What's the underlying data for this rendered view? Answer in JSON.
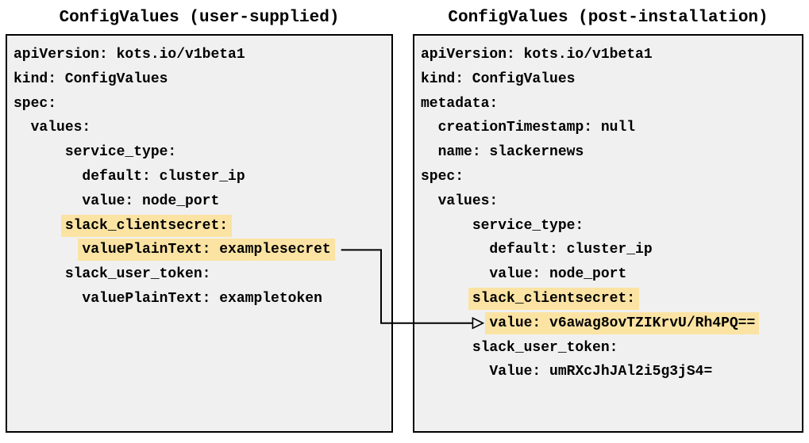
{
  "left": {
    "title": "ConfigValues (user-supplied)",
    "lines": [
      {
        "indent": "",
        "text": "apiVersion: kots.io/v1beta1",
        "highlighted": false
      },
      {
        "indent": "",
        "text": "kind: ConfigValues",
        "highlighted": false
      },
      {
        "indent": "",
        "text": "spec:",
        "highlighted": false
      },
      {
        "indent": "  ",
        "text": "values:",
        "highlighted": false
      },
      {
        "indent": "      ",
        "text": "service_type:",
        "highlighted": false
      },
      {
        "indent": "        ",
        "text": "default: cluster_ip",
        "highlighted": false
      },
      {
        "indent": "        ",
        "text": "value: node_port",
        "highlighted": false
      },
      {
        "indent": "      ",
        "text": "slack_clientsecret:",
        "highlighted": true
      },
      {
        "indent": "        ",
        "text": "valuePlainText: examplesecret",
        "highlighted": true
      },
      {
        "indent": "      ",
        "text": "slack_user_token:",
        "highlighted": false
      },
      {
        "indent": "        ",
        "text": "valuePlainText: exampletoken",
        "highlighted": false
      }
    ]
  },
  "right": {
    "title": "ConfigValues (post-installation)",
    "lines": [
      {
        "indent": "",
        "text": "apiVersion: kots.io/v1beta1",
        "highlighted": false
      },
      {
        "indent": "",
        "text": "kind: ConfigValues",
        "highlighted": false
      },
      {
        "indent": "",
        "text": "metadata:",
        "highlighted": false
      },
      {
        "indent": "  ",
        "text": "creationTimestamp: null",
        "highlighted": false
      },
      {
        "indent": "  ",
        "text": "name: slackernews",
        "highlighted": false
      },
      {
        "indent": "",
        "text": "spec:",
        "highlighted": false
      },
      {
        "indent": "  ",
        "text": "values:",
        "highlighted": false
      },
      {
        "indent": "      ",
        "text": "service_type:",
        "highlighted": false
      },
      {
        "indent": "        ",
        "text": "default: cluster_ip",
        "highlighted": false
      },
      {
        "indent": "        ",
        "text": "value: node_port",
        "highlighted": false
      },
      {
        "indent": "      ",
        "text": "slack_clientsecret:",
        "highlighted": true
      },
      {
        "indent": "        ",
        "text": "value: v6awag8ovTZIKrvU/Rh4PQ==",
        "highlighted": true
      },
      {
        "indent": "      ",
        "text": "slack_user_token:",
        "highlighted": false
      },
      {
        "indent": "        ",
        "text": "Value: umRXcJhJAl2i5g3jS4=",
        "highlighted": false
      }
    ]
  },
  "connector": {
    "source_panel": "left",
    "source_line": 8,
    "target_panel": "right",
    "target_line": 11
  },
  "colors": {
    "highlight": "#FBE3A3",
    "panel_bg": "#F0F0F0",
    "panel_border": "#000000",
    "arrow": "#000000"
  }
}
